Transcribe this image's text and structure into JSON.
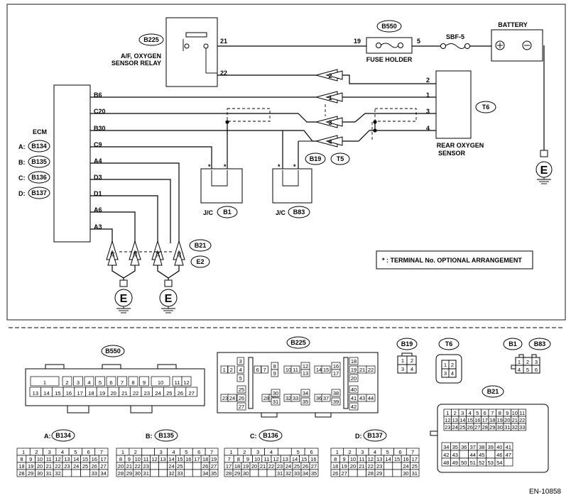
{
  "figure_id": "EN-10858",
  "components": {
    "relay": {
      "code": "B225",
      "name_line1": "A/F, OXYGEN",
      "name_line2": "SENSOR RELAY",
      "pin_21": "21",
      "pin_22": "22"
    },
    "fuse_holder": {
      "code": "B550",
      "name": "FUSE HOLDER",
      "pin_19": "19",
      "pin_5": "5"
    },
    "fuse": {
      "name": "SBF-5"
    },
    "battery": {
      "name": "BATTERY"
    },
    "ecm": {
      "name": "ECM",
      "connectors": [
        {
          "letter": "A:",
          "code": "B134"
        },
        {
          "letter": "B:",
          "code": "B135"
        },
        {
          "letter": "C:",
          "code": "B136"
        },
        {
          "letter": "D:",
          "code": "B137"
        }
      ],
      "terminals": [
        "B6",
        "C20",
        "B30",
        "C9",
        "A4",
        "D3",
        "D1",
        "A6",
        "A3"
      ]
    },
    "sensor": {
      "code": "T6",
      "name_line1": "REAR OXYGEN",
      "name_line2": "SENSOR",
      "pins": [
        "2",
        "1",
        "3",
        "4"
      ]
    },
    "connector_b19": {
      "code": "B19",
      "pins": [
        "2",
        "1",
        "3",
        "4"
      ]
    },
    "connector_t5": {
      "code": "T5"
    },
    "jc_b1": {
      "prefix": "J/C",
      "code": "B1"
    },
    "jc_b83": {
      "prefix": "J/C",
      "code": "B83"
    },
    "ground_connector": {
      "code_b21": "B21",
      "code_e2": "E2",
      "pins": [
        "35",
        "36",
        "34",
        "40"
      ]
    },
    "ground_symbol": "E",
    "asterisk": "*",
    "note": "* : TERMINAL No. OPTIONAL ARRANGEMENT"
  },
  "connector_views": {
    "b550": {
      "code": "B550",
      "row1": [
        "1",
        "2",
        "3",
        "4",
        "5",
        "6",
        "7",
        "8",
        "9",
        "10",
        "11",
        "12"
      ],
      "row2": [
        "13",
        "14",
        "15",
        "16",
        "17",
        "18",
        "19",
        "20",
        "21",
        "22",
        "23",
        "24",
        "25",
        "26",
        "27"
      ]
    },
    "b225": {
      "code": "B225"
    },
    "b19": {
      "code": "B19",
      "pins": [
        "1",
        "2",
        "3",
        "4"
      ]
    },
    "t6": {
      "code": "T6",
      "pins": [
        "1",
        "2",
        "3",
        "4"
      ]
    },
    "b1": {
      "code": "B1"
    },
    "b83": {
      "code": "B83",
      "pins": [
        "1",
        "2",
        "3",
        "4",
        "5",
        "6"
      ]
    },
    "b21": {
      "code": "B21"
    },
    "a_b134": {
      "letter": "A:",
      "code": "B134"
    },
    "b_b135": {
      "letter": "B:",
      "code": "B135"
    },
    "c_b136": {
      "letter": "C:",
      "code": "B136"
    },
    "d_b137": {
      "letter": "D:",
      "code": "B137"
    }
  }
}
